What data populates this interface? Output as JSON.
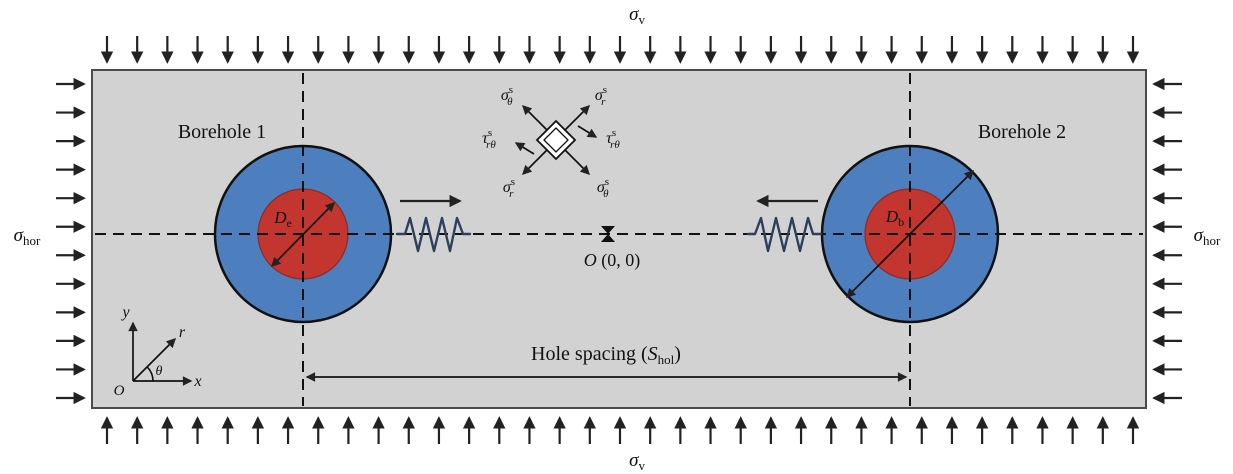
{
  "diagram": {
    "labels": {
      "sigma_v": {
        "base": "σ",
        "sub": "v"
      },
      "sigma_hor": {
        "base": "σ",
        "sub": "hor"
      },
      "borehole1": "Borehole 1",
      "borehole2": "Borehole 2",
      "origin_point": {
        "base": "O",
        "rest": " (0, 0)"
      },
      "hole_spacing": {
        "pre": "Hole spacing (",
        "s": "S",
        "sub": "hol",
        "post": ")"
      },
      "d_e": {
        "base": "D",
        "sub": "e"
      },
      "d_b": {
        "base": "D",
        "sub": "b"
      },
      "axes": {
        "x": "x",
        "y": "y",
        "r": "r",
        "theta": "θ",
        "origin": "O"
      },
      "stress": {
        "sigma_theta": {
          "base": "σ",
          "sup": "s",
          "sub": "θ"
        },
        "sigma_r": {
          "base": "σ",
          "sup": "s",
          "sub": "r"
        },
        "tau": {
          "base": "τ",
          "sup": "s",
          "sub": "rθ"
        }
      }
    },
    "colors": {
      "rock": "#d2d2d2",
      "rock_border": "#4a4a4a",
      "borehole_outer": "#4d7fbe",
      "borehole_inner": "#c2362f",
      "line": "#111111",
      "spring": "#2e3f5c"
    },
    "boundary": {
      "top_count": 35,
      "bottom_count": 35,
      "left_count": 12,
      "right_count": 12
    }
  }
}
